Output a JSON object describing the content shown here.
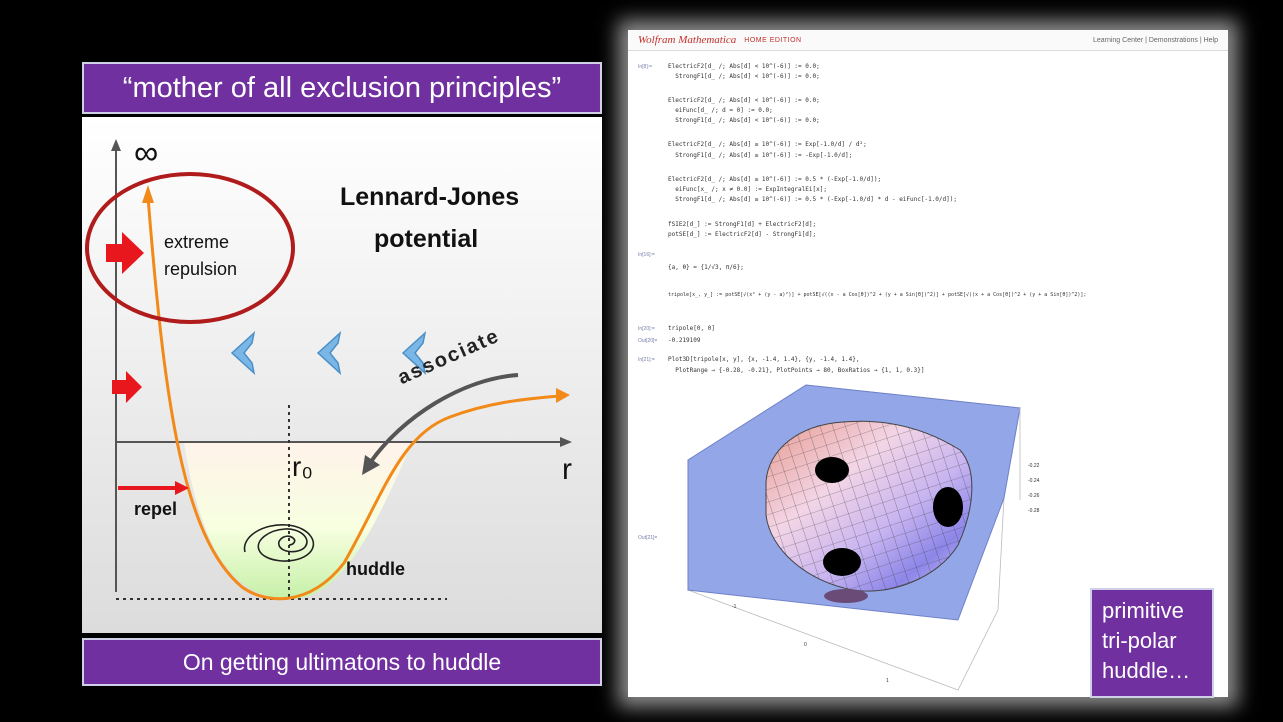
{
  "top_banner": "“mother of all exclusion principles”",
  "bottom_banner": "On getting ultimatons to huddle",
  "lj_diagram": {
    "title_line1": "Lennard-Jones",
    "title_line2": "potential",
    "infinity": "∞",
    "extreme_line1": "extreme",
    "extreme_line2": "repulsion",
    "associate": "associate",
    "r0": "r₀",
    "r": "r",
    "repel": "repel",
    "huddle": "huddle",
    "colors": {
      "curve": "#f28a1a",
      "circle": "#b01c1c",
      "red_arrow": "#e8171e",
      "chevron": "#7ab6e6"
    }
  },
  "mathematica": {
    "brand": "Wolfram Mathematica",
    "edition": "HOME EDITION",
    "links": "Learning Center  |  Demonstrations  |  Help",
    "code_lines": [
      "ElectricF2[d_ /; Abs[d] < 10^(-6)] := 0.0;",
      "  StrongF1[d_ /; Abs[d] < 10^(-6)] := 0.0;",
      "ElectricF2[d_ /; Abs[d] < 10^(-6)] := 0.0;",
      "  eiFunc[d_ /; d = 0] := 0.0;",
      "  StrongF1[d_ /; Abs[d] < 10^(-6)] := 0.0;",
      "ElectricF2[d_ /; Abs[d] ≥ 10^(-6)] := Exp[-1.0/d] / d²;",
      "  StrongF1[d_ /; Abs[d] ≥ 10^(-6)] := -Exp[-1.0/d];",
      "ElectricF2[d_ /; Abs[d] ≥ 10^(-6)] := 0.5 * (-Exp[-1.0/d]);",
      "  eiFunc[x_ /; x ≠ 0.0] := ExpIntegralEi[x];",
      "  StrongF1[d_ /; Abs[d] ≥ 10^(-6)] := 0.5 * (-Exp[-1.0/d] * d - eiFunc[-1.0/d]);",
      "fSIE2[d_] := StrongF1[d] + ElectricF2[d];",
      "potSE[d_] := ElectricF2[d] - StrongF1[d];",
      "{a, θ} = {1/√3, π/6};",
      "tripole[x_, y_] := potSE[√(x² + (y - a)²)] + potSE[√((x - a Cos[θ])^2 + (y + a Sin[θ])^2)] + potSE[√((x + a Cos[θ])^2 + (y + a Sin[θ])^2)];",
      "tripole[0, 0]",
      "-0.219109",
      "Plot3D[tripole[x, y], {x, -1.4, 1.4}, {y, -1.4, 1.4},",
      "  PlotRange → {-0.28, -0.21}, PlotPoints → 80, BoxRatios → {1, 1, 0.3}]"
    ],
    "cell_labels": [
      "In[8]:=",
      "In[16]:=",
      "In[20]:=",
      "Out[20]=",
      "In[21]:=",
      "Out[21]="
    ],
    "z_ticks": [
      "-0.22",
      "-0.24",
      "-0.26",
      "-0.28"
    ],
    "axis_ticks": [
      "-1",
      "0",
      "1"
    ]
  },
  "caption": [
    "primitive",
    "tri-polar",
    "huddle…"
  ]
}
